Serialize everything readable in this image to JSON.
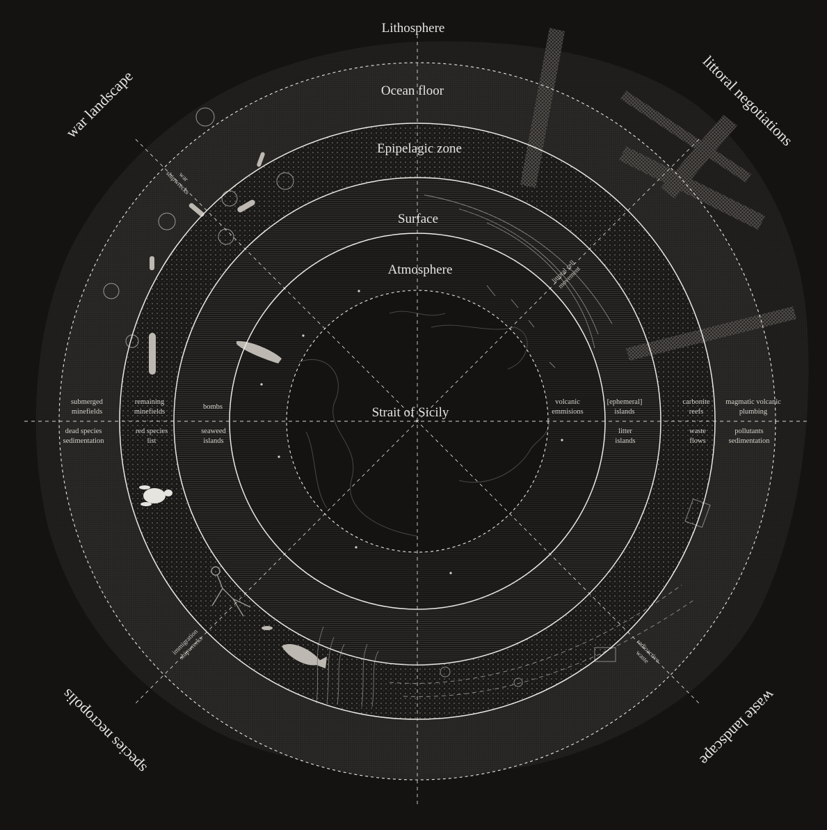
{
  "diagram": {
    "rings": {
      "lithosphere": "Lithosphere",
      "ocean_floor": "Ocean floor",
      "epipelagic": "Epipelagic zone",
      "surface": "Surface",
      "atmosphere": "Atmosphere",
      "center": "Strait of Sicily"
    },
    "quadrants": {
      "top_left": "war landscape",
      "top_right": "littoral negotiations",
      "bottom_left": "species necropolis",
      "bottom_right": "waste landscape"
    },
    "left_labels": {
      "submerged_minefields": [
        "submerged",
        "minefields"
      ],
      "remaining_minefields": [
        "remaining",
        "minefields"
      ],
      "bombs": "bombs",
      "dead_species": [
        "dead species",
        "sedimentation"
      ],
      "red_species": [
        "red species",
        "list"
      ],
      "seaweed": [
        "seaweed",
        "islands"
      ]
    },
    "right_labels": {
      "volcanic": [
        "volcanic",
        "emmisions"
      ],
      "ephemeral": [
        "[ephemeral]",
        "islands"
      ],
      "carbonite": [
        "carbonite",
        "reefs"
      ],
      "magmatic": [
        "magmatic volcanic",
        "plumbing"
      ],
      "litter": [
        "litter",
        "islands"
      ],
      "waste_flows": [
        "waste",
        "flows"
      ],
      "pollutants": [
        "pollutants",
        "sedimentation"
      ]
    },
    "diagonal_labels": {
      "war_shipwrecks": [
        "war",
        "shipwrecks"
      ],
      "littoral_cell": [
        "littoral cell",
        "movement"
      ],
      "immigration": [
        "immigration",
        "shipwrecks"
      ],
      "radioactive": [
        "radioactive",
        "waste"
      ]
    },
    "colors": {
      "background": "#141312",
      "line": "#e8e6e1",
      "fill_light": "#bdb9b2"
    }
  }
}
